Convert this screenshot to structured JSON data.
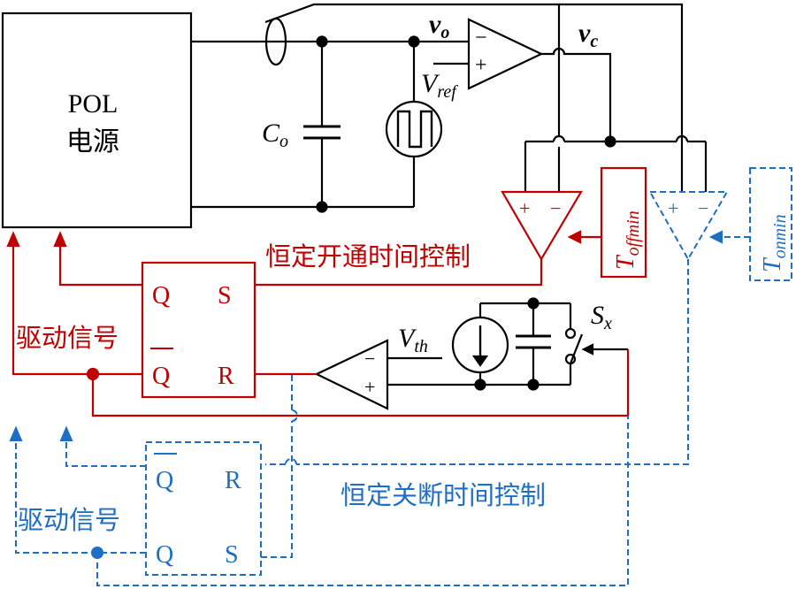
{
  "colors": {
    "black": "#000000",
    "red": "#c00000",
    "blue": "#1e6fc4"
  },
  "labels": {
    "pol_line1": "POL",
    "pol_line2": "电源",
    "vo": "v",
    "vo_sub": "o",
    "vc": "v",
    "vc_sub": "c",
    "vref": "V",
    "vref_sub": "ref",
    "co": "C",
    "co_sub": "o",
    "vth": "V",
    "vth_sub": "th",
    "sx": "S",
    "sx_sub": "x",
    "toffmin": "T",
    "toffmin_sub": "offmin",
    "tonmin": "T",
    "tonmin_sub": "onmin",
    "const_on_title": "恒定开通时间控制",
    "const_off_title": "恒定关断时间控制",
    "drive_signal_red": "驱动信号",
    "drive_signal_blue": "驱动信号",
    "red_ff_q": "Q",
    "red_ff_s": "S",
    "red_ff_qbar": "Q",
    "red_ff_r": "R",
    "blue_ff_qbar": "Q",
    "blue_ff_r": "R",
    "blue_ff_q": "Q",
    "blue_ff_s": "S",
    "ea_minus": "−",
    "ea_plus": "+",
    "cmp_red_plus": "+",
    "cmp_red_minus": "−",
    "cmp_blue_plus": "+",
    "cmp_blue_minus": "−",
    "cmp_th_minus": "−",
    "cmp_th_plus": "+"
  }
}
